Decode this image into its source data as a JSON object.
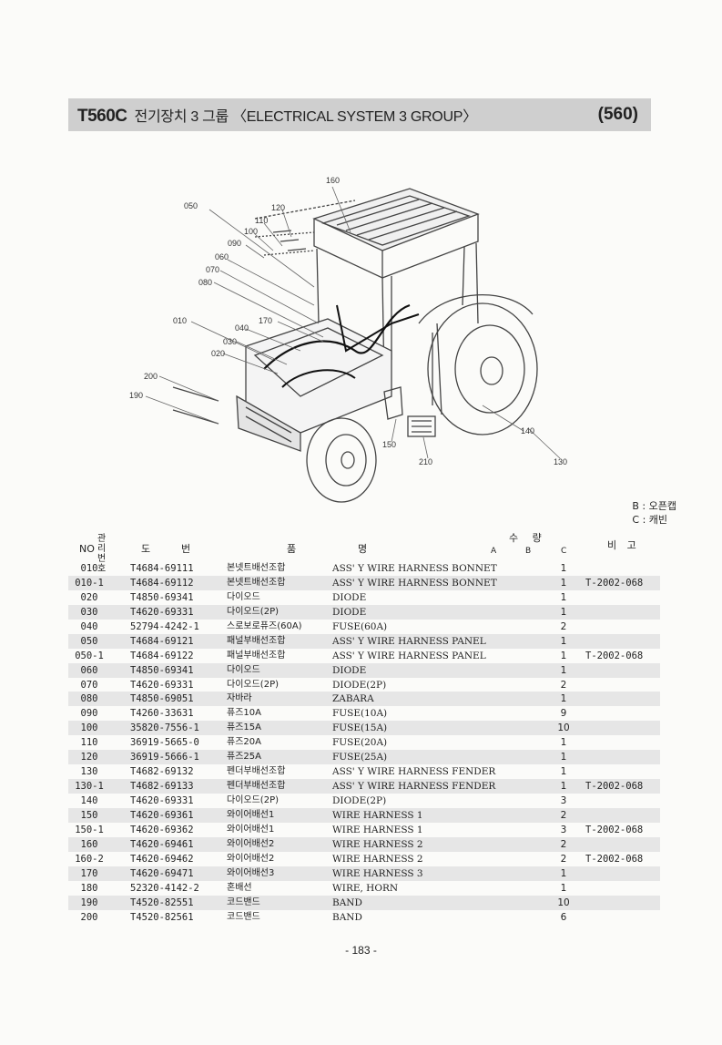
{
  "header": {
    "model": "T560C",
    "title": "전기장치 3 그룹 〈ELECTRICAL SYSTEM 3 GROUP〉",
    "group_number": "(560)"
  },
  "diagram": {
    "callouts": [
      "160",
      "050",
      "120",
      "110",
      "100",
      "090",
      "060",
      "070",
      "080",
      "010",
      "040",
      "170",
      "030",
      "020",
      "200",
      "190",
      "140",
      "150",
      "210",
      "130"
    ]
  },
  "legend": {
    "line1": "B : 오픈캡",
    "line2": "C : 캐빈"
  },
  "table": {
    "headers": {
      "no": "NO",
      "mgmt": "관리번호",
      "drawing_left": "도",
      "drawing_right": "번",
      "name_left": "품",
      "name_right": "명",
      "qty_top": "수 량",
      "qty_a": "A",
      "qty_b": "B",
      "qty_c": "C",
      "remarks": "비 고"
    },
    "rows": [
      {
        "no": "010",
        "part": "T4684-69111",
        "kr": "본넷트배선조합",
        "en": "ASS' Y WIRE HARNESS BONNET",
        "qty": "1",
        "rem": ""
      },
      {
        "no": "010-1",
        "part": "T4684-69112",
        "kr": "본넷트배선조합",
        "en": "ASS' Y WIRE HARNESS BONNET",
        "qty": "1",
        "rem": "T-2002-068"
      },
      {
        "no": "020",
        "part": "T4850-69341",
        "kr": "다이오드",
        "en": "DIODE",
        "qty": "1",
        "rem": ""
      },
      {
        "no": "030",
        "part": "T4620-69331",
        "kr": "다이오드(2P)",
        "en": "DIODE",
        "qty": "1",
        "rem": ""
      },
      {
        "no": "040",
        "part": "52794-4242-1",
        "kr": "스로보로퓨즈(60A)",
        "en": "FUSE(60A)",
        "qty": "2",
        "rem": ""
      },
      {
        "no": "050",
        "part": "T4684-69121",
        "kr": "패널부배선조합",
        "en": "ASS' Y WIRE HARNESS PANEL",
        "qty": "1",
        "rem": ""
      },
      {
        "no": "050-1",
        "part": "T4684-69122",
        "kr": "패널부배선조합",
        "en": "ASS' Y WIRE HARNESS PANEL",
        "qty": "1",
        "rem": "T-2002-068"
      },
      {
        "no": "060",
        "part": "T4850-69341",
        "kr": "다이오드",
        "en": "DIODE",
        "qty": "1",
        "rem": ""
      },
      {
        "no": "070",
        "part": "T4620-69331",
        "kr": "다이오드(2P)",
        "en": "DIODE(2P)",
        "qty": "2",
        "rem": ""
      },
      {
        "no": "080",
        "part": "T4850-69051",
        "kr": "자바라",
        "en": "ZABARA",
        "qty": "1",
        "rem": ""
      },
      {
        "no": "090",
        "part": "T4260-33631",
        "kr": "퓨즈10A",
        "en": "FUSE(10A)",
        "qty": "9",
        "rem": ""
      },
      {
        "no": "100",
        "part": "35820-7556-1",
        "kr": "퓨즈15A",
        "en": "FUSE(15A)",
        "qty": "10",
        "rem": ""
      },
      {
        "no": "110",
        "part": "36919-5665-0",
        "kr": "퓨즈20A",
        "en": "FUSE(20A)",
        "qty": "1",
        "rem": ""
      },
      {
        "no": "120",
        "part": "36919-5666-1",
        "kr": "퓨즈25A",
        "en": "FUSE(25A)",
        "qty": "1",
        "rem": ""
      },
      {
        "no": "130",
        "part": "T4682-69132",
        "kr": "펜더부배선조합",
        "en": "ASS' Y WIRE HARNESS FENDER",
        "qty": "1",
        "rem": ""
      },
      {
        "no": "130-1",
        "part": "T4682-69133",
        "kr": "펜더부배선조합",
        "en": "ASS' Y WIRE HARNESS FENDER",
        "qty": "1",
        "rem": "T-2002-068"
      },
      {
        "no": "140",
        "part": "T4620-69331",
        "kr": "다이오드(2P)",
        "en": "DIODE(2P)",
        "qty": "3",
        "rem": ""
      },
      {
        "no": "150",
        "part": "T4620-69361",
        "kr": "와이어배선1",
        "en": "WIRE HARNESS 1",
        "qty": "2",
        "rem": ""
      },
      {
        "no": "150-1",
        "part": "T4620-69362",
        "kr": "와이어배선1",
        "en": "WIRE HARNESS 1",
        "qty": "3",
        "rem": "T-2002-068"
      },
      {
        "no": "160",
        "part": "T4620-69461",
        "kr": "와이어배선2",
        "en": "WIRE HARNESS 2",
        "qty": "2",
        "rem": ""
      },
      {
        "no": "160-2",
        "part": "T4620-69462",
        "kr": "와이어배선2",
        "en": "WIRE HARNESS 2",
        "qty": "2",
        "rem": "T-2002-068"
      },
      {
        "no": "170",
        "part": "T4620-69471",
        "kr": "와이어배선3",
        "en": "WIRE HARNESS 3",
        "qty": "1",
        "rem": ""
      },
      {
        "no": "180",
        "part": "52320-4142-2",
        "kr": "혼배선",
        "en": "WIRE, HORN",
        "qty": "1",
        "rem": ""
      },
      {
        "no": "190",
        "part": "T4520-82551",
        "kr": "코드밴드",
        "en": "BAND",
        "qty": "10",
        "rem": ""
      },
      {
        "no": "200",
        "part": "T4520-82561",
        "kr": "코드밴드",
        "en": "BAND",
        "qty": "6",
        "rem": ""
      }
    ]
  },
  "footer": {
    "page_number": "- 183 -"
  }
}
